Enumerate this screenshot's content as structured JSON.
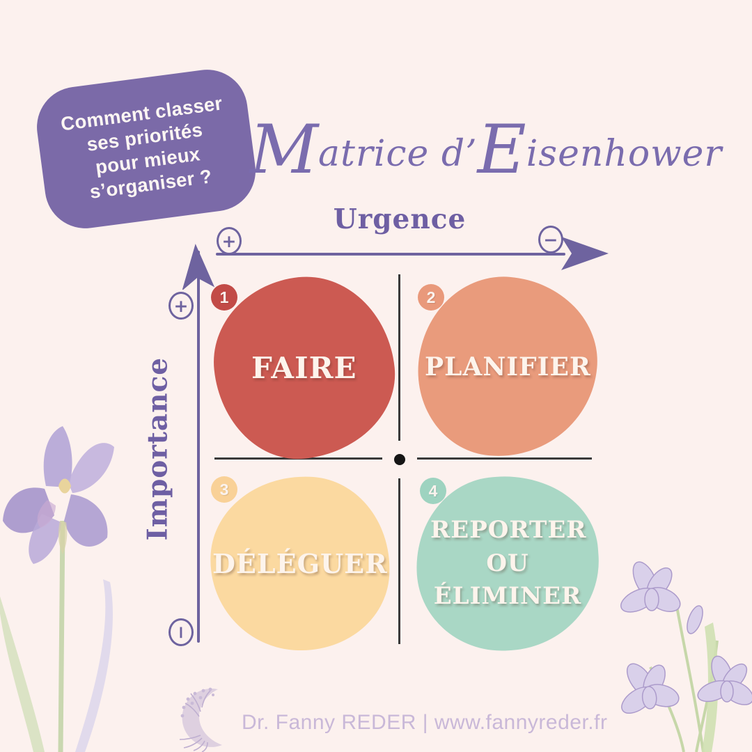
{
  "question": {
    "full": "Comment classer ses priorités pour mieux s’organiser ?",
    "lines": [
      "Comment classer",
      "ses priorités",
      "pour mieux",
      "s’organiser ?"
    ]
  },
  "title": {
    "full": "Matrice d’Eisenhower",
    "parts": [
      "M",
      "atrice d’ ",
      "E",
      "isenhower"
    ]
  },
  "axes": {
    "x": {
      "label": "Urgence",
      "start_sign": "+",
      "end_sign": "−"
    },
    "y": {
      "label": "Importance",
      "top_sign": "+",
      "bottom_sign": "−"
    }
  },
  "matrix": {
    "quadrants": [
      {
        "number": "1",
        "label": "FAIRE",
        "color": "#cc5a52",
        "badge_color": "#c24b47"
      },
      {
        "number": "2",
        "label": "PLANIFIER",
        "color": "#e99b7c",
        "badge_color": "#e9997b"
      },
      {
        "number": "3",
        "label": "DÉLÉGUER",
        "color": "#fbd9a0",
        "badge_color": "#f9d197"
      },
      {
        "number": "4",
        "label": "REPORTER OU ÉLIMINER",
        "color": "#a9d7c5",
        "badge_color": "#9ed3c0"
      }
    ]
  },
  "footer": {
    "text": "Dr. Fanny REDER | www.fannyreder.fr"
  },
  "colors": {
    "background": "#fcf1ee",
    "bubble": "#7b6aa8",
    "title_purple": "#7a6cae",
    "axis_purple": "#6e639f",
    "label_purple": "#6e5fa3",
    "divider": "#3a3a3a",
    "quadrant_text": "#fdf4ec",
    "footer_text": "#c9b8d8"
  }
}
